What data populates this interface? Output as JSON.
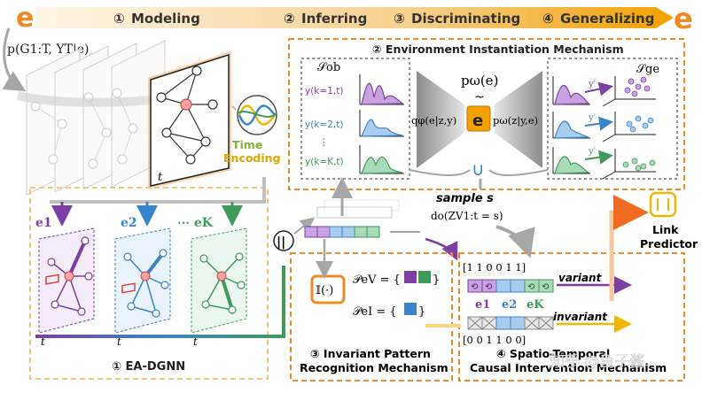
{
  "header": {
    "left_glyph": "e",
    "right_glyph": "e",
    "stages": [
      {
        "num": "①",
        "label": "Modeling"
      },
      {
        "num": "②",
        "label": "Inferring"
      },
      {
        "num": "③",
        "label": "Discriminating"
      },
      {
        "num": "④",
        "label": "Generalizing"
      }
    ]
  },
  "modeling": {
    "formula": "p(G1:T, YT|e)",
    "time_label": "t",
    "time_encoding": [
      "Time",
      "Encoding"
    ]
  },
  "env_mechanism": {
    "title": "② Environment Instantiation Mechanism",
    "s_ob": "𝒮ob",
    "s_ge": "𝒮ge",
    "p_omega_e": "pω(e)",
    "tilde": "~",
    "q_phi": "qφ(e|z,y)",
    "p_omega": "pω(z|y,e)",
    "center_e": "e",
    "y_labels": [
      "y(k=1,t)",
      "y(k=2,t)",
      "⋮",
      "y(k=K,t)"
    ],
    "y_prime": "y′",
    "union": "∪"
  },
  "sampling": {
    "sample_label": "sample s",
    "do_label": "do(ZV1:t = s)"
  },
  "ea_dgnn": {
    "title": "① EA-DGNN",
    "env_labels": [
      "e1",
      "e2",
      "⋯ eK"
    ],
    "time_label": "t",
    "concat": "||"
  },
  "invariant": {
    "title_line1": "③ Invariant Pattern",
    "title_line2": "Recognition Mechanism",
    "indicator": "𝕀(·)",
    "p_variant": "𝒫eV = {",
    "p_invariant": "𝒫eI = {",
    "close_brace": "}"
  },
  "intervention": {
    "title_line1": "④ Spatio-Temporal",
    "title_line2": "Causal Intervention Mechanism",
    "mask_top": "[1  1  0  0  1  1]",
    "mask_bottom": "[0  0  1  1  0  0]",
    "variant_label": "variant",
    "invariant_label": "invariant",
    "env_labels": [
      "e1",
      "e2",
      "eK"
    ]
  },
  "link_predictor": {
    "line1": "Link",
    "line2": "Predictor"
  },
  "watermark": "知乎 @鱼子酱",
  "colors": {
    "orange": "#f08a24",
    "purple": "#7d3fa3",
    "blue": "#3a84c9",
    "green": "#3f9a5c",
    "gold": "#f2b705"
  }
}
